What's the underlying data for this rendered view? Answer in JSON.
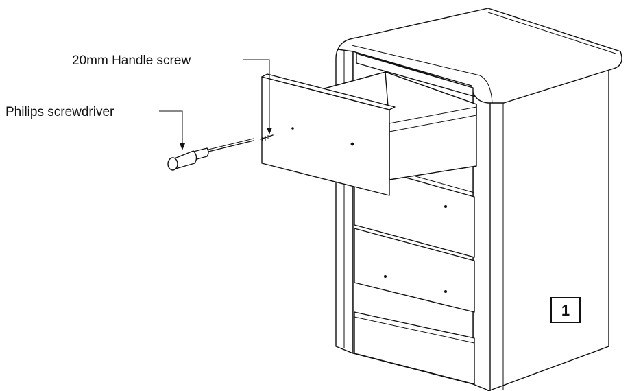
{
  "callouts": {
    "handle_screw": "20mm Handle screw",
    "screwdriver": "Philips screwdriver"
  },
  "step_number": "1",
  "icons": {
    "cabinet": "bedside-cabinet-drawing",
    "drawer": "open-drawer-drawing",
    "tool": "screwdriver-icon",
    "screw": "screw-icon"
  }
}
